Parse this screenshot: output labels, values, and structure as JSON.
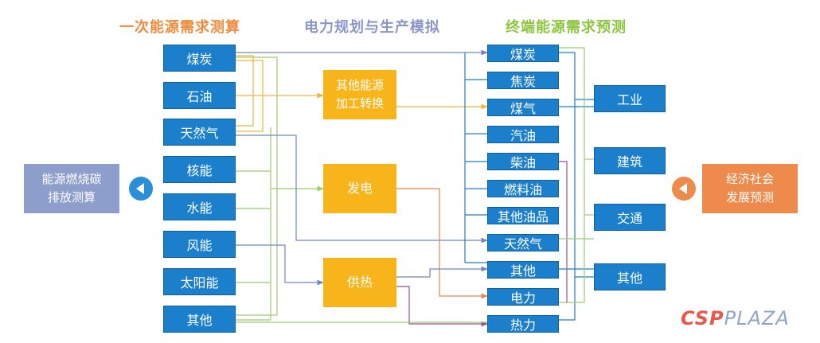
{
  "headings": {
    "primary": "一次能源需求测算",
    "power": "电力规划与生产模拟",
    "terminal": "终端能源需求预测"
  },
  "colors": {
    "primary_heading": "#f08a3c",
    "power_heading": "#8a95c9",
    "terminal_heading": "#8cc63f",
    "blue_node": "#1b7fcc",
    "conversion_node": "#f7b41b",
    "carbon_node": "#8d9dcc",
    "economy_node": "#ee8a4b"
  },
  "primary_sources": [
    "煤炭",
    "石油",
    "天然气",
    "核能",
    "水能",
    "风能",
    "太阳能",
    "其他"
  ],
  "conversion": {
    "other_conversion": [
      "其他能源",
      "加工转换"
    ],
    "power_generation": "发电",
    "heating": "供热"
  },
  "terminal_carriers": [
    "煤炭",
    "焦炭",
    "煤气",
    "汽油",
    "柴油",
    "燃料油",
    "其他油品",
    "天然气",
    "其他",
    "电力",
    "热力"
  ],
  "sectors": [
    "工业",
    "建筑",
    "交通",
    "其他"
  ],
  "carbon": [
    "能源燃烧碳",
    "排放测算"
  ],
  "economy": [
    "经济社会",
    "发展预测"
  ],
  "left_arrow_icon": "left-triangle-icon",
  "right_arrow_icon": "left-triangle-icon",
  "logo": {
    "part1": "CSP",
    "part2": "PLAZA"
  }
}
